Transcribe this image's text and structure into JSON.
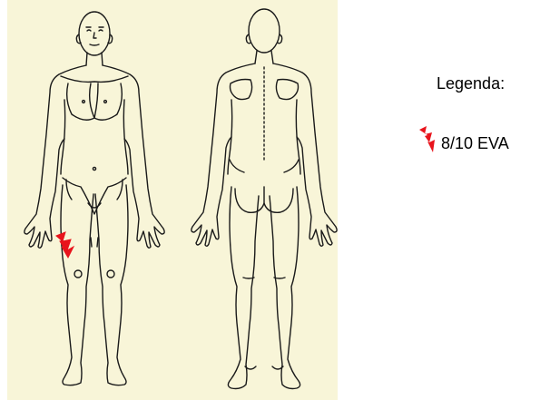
{
  "colors": {
    "panel_background": "#f8f5d8",
    "outline": "#1a1a1a",
    "pain_marker": "#e8141c"
  },
  "figure": {
    "views": [
      "front-view",
      "back-view"
    ],
    "markers": [
      {
        "icon": "lightning-bolt-icon",
        "region": "front right thigh",
        "intensity": "8/10 EVA"
      }
    ]
  },
  "legend": {
    "title": "Legenda:",
    "items": [
      {
        "icon": "lightning-bolt-icon",
        "label": "8/10 EVA"
      }
    ]
  }
}
